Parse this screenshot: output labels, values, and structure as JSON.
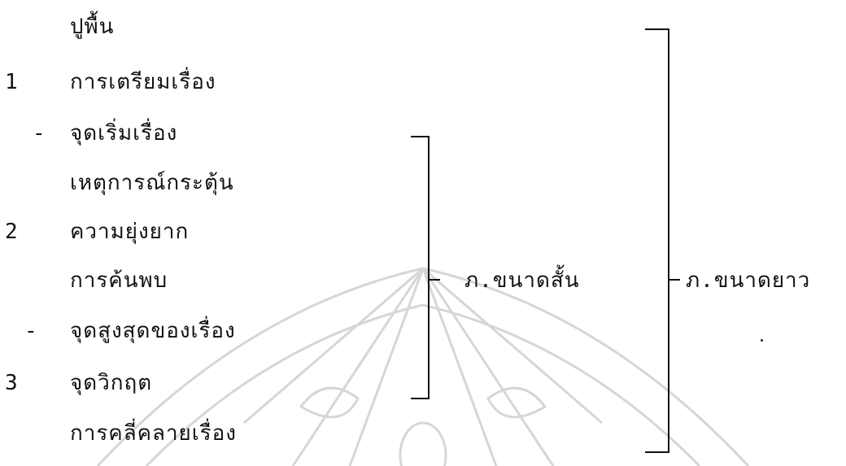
{
  "lines": [
    {
      "marker": "",
      "text": "ปูพื้น"
    },
    {
      "marker": "1",
      "text": "การเตรียมเรื่อง"
    },
    {
      "marker": "-",
      "text": "จุดเริ่มเรื่อง"
    },
    {
      "marker": "",
      "text": "เหตุการณ์กระตุ้น"
    },
    {
      "marker": "2",
      "text": "ความยุ่งยาก"
    },
    {
      "marker": "",
      "text": "การค้นพบ"
    },
    {
      "marker": "-",
      "text": "จุดสูงสุดของเรื่อง"
    },
    {
      "marker": "3",
      "text": "จุดวิกฤต"
    },
    {
      "marker": "",
      "text": "การคลี่คลายเรื่อง"
    }
  ],
  "brackets": {
    "short": {
      "label": "ภ.ขนาดสั้น"
    },
    "long": {
      "label": "ภ.ขนาดยาว"
    }
  },
  "watermark": {
    "description": "faint university seal and radiating lines",
    "color": "#cfcfcf"
  }
}
